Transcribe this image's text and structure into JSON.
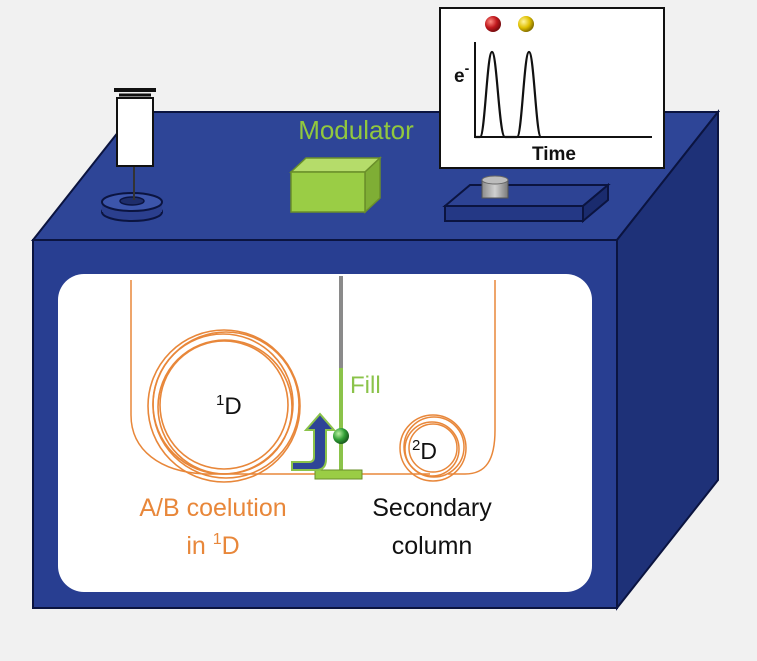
{
  "labels": {
    "modulator": "Modulator",
    "fill": "Fill",
    "first_dimension": {
      "sup": "1",
      "base": "D"
    },
    "second_dimension": {
      "sup": "2",
      "base": "D"
    },
    "coelution_line1": "A/B coelution",
    "coelution_line2": {
      "prefix": "in ",
      "sup": "1",
      "base": "D"
    },
    "secondary_line1": "Secondary",
    "secondary_line2": "column"
  },
  "chromatogram": {
    "y_axis": {
      "base": "e",
      "sup": "-"
    },
    "x_axis": "Time",
    "peaks": [
      {
        "name": "red",
        "color": "#c0171c"
      },
      {
        "name": "yellow",
        "color": "#e0c000"
      }
    ]
  },
  "colors": {
    "oven_front": "#283e91",
    "oven_top": "#2e4597",
    "oven_side": "#1e3178",
    "oven_window": "#ffffff",
    "column": "#e8873a",
    "modulator": "#9acd45",
    "modulator_label": "#92c83e",
    "fill_label": "#8bc34a",
    "text": "#111111",
    "background": "#f1f1f1"
  }
}
